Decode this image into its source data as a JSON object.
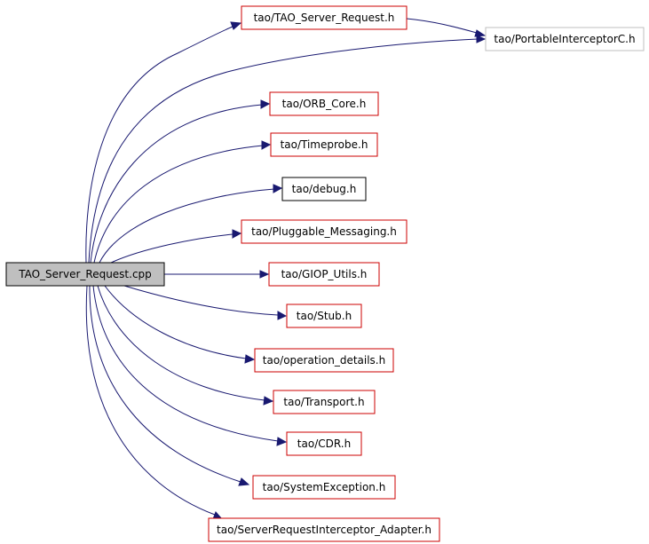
{
  "graph": {
    "root": {
      "label": "TAO_Server_Request.cpp",
      "fill": "#bfbfbf",
      "border": "#000000"
    },
    "nodes": [
      {
        "id": "tao-server-request-h",
        "label": "tao/TAO_Server_Request.h",
        "border": "#cc0000"
      },
      {
        "id": "portable-interceptor-c-h",
        "label": "tao/PortableInterceptorC.h",
        "border": "#bfbfbf"
      },
      {
        "id": "orb-core-h",
        "label": "tao/ORB_Core.h",
        "border": "#cc0000"
      },
      {
        "id": "timeprobe-h",
        "label": "tao/Timeprobe.h",
        "border": "#cc0000"
      },
      {
        "id": "debug-h",
        "label": "tao/debug.h",
        "border": "#000000"
      },
      {
        "id": "pluggable-messaging-h",
        "label": "tao/Pluggable_Messaging.h",
        "border": "#cc0000"
      },
      {
        "id": "giop-utils-h",
        "label": "tao/GIOP_Utils.h",
        "border": "#cc0000"
      },
      {
        "id": "stub-h",
        "label": "tao/Stub.h",
        "border": "#cc0000"
      },
      {
        "id": "operation-details-h",
        "label": "tao/operation_details.h",
        "border": "#cc0000"
      },
      {
        "id": "transport-h",
        "label": "tao/Transport.h",
        "border": "#cc0000"
      },
      {
        "id": "cdr-h",
        "label": "tao/CDR.h",
        "border": "#cc0000"
      },
      {
        "id": "system-exception-h",
        "label": "tao/SystemException.h",
        "border": "#cc0000"
      },
      {
        "id": "server-request-interceptor-adapter-h",
        "label": "tao/ServerRequestInterceptor_Adapter.h",
        "border": "#cc0000"
      }
    ],
    "edges": [
      {
        "from": "root",
        "to": "tao-server-request-h"
      },
      {
        "from": "root",
        "to": "portable-interceptor-c-h"
      },
      {
        "from": "tao-server-request-h",
        "to": "portable-interceptor-c-h"
      },
      {
        "from": "root",
        "to": "orb-core-h"
      },
      {
        "from": "root",
        "to": "timeprobe-h"
      },
      {
        "from": "root",
        "to": "debug-h"
      },
      {
        "from": "root",
        "to": "pluggable-messaging-h"
      },
      {
        "from": "root",
        "to": "giop-utils-h"
      },
      {
        "from": "root",
        "to": "stub-h"
      },
      {
        "from": "root",
        "to": "operation-details-h"
      },
      {
        "from": "root",
        "to": "transport-h"
      },
      {
        "from": "root",
        "to": "cdr-h"
      },
      {
        "from": "root",
        "to": "system-exception-h"
      },
      {
        "from": "root",
        "to": "server-request-interceptor-adapter-h"
      }
    ],
    "edge_color": "#191970"
  }
}
